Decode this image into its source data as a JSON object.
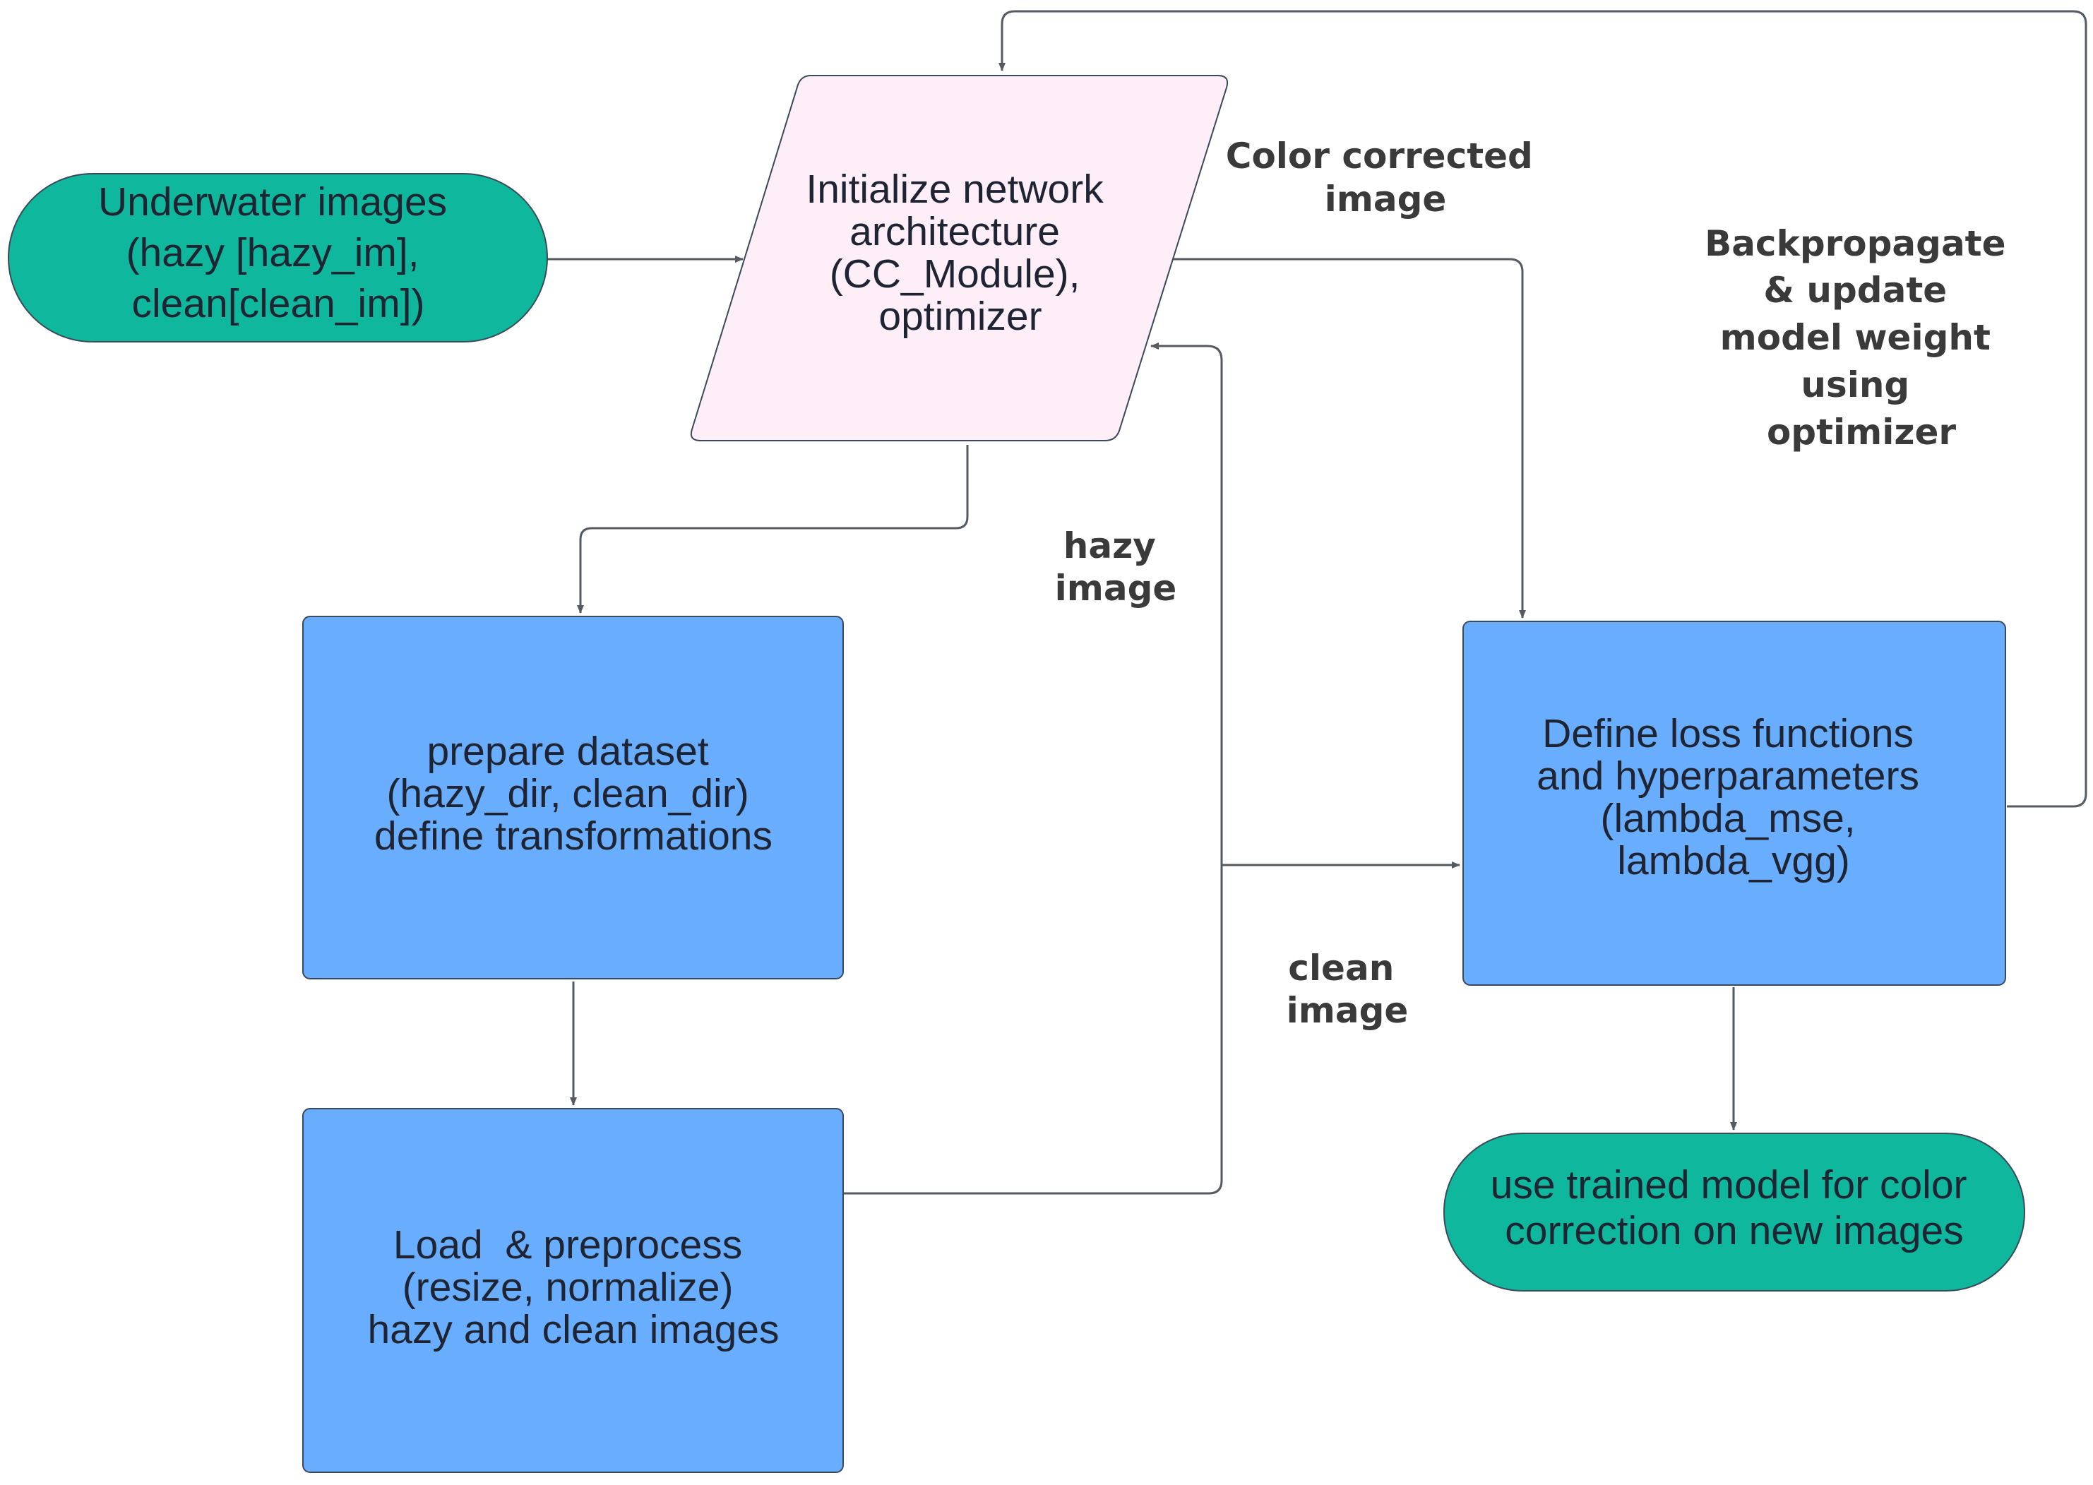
{
  "nodes": {
    "underwater_images": {
      "shape": "terminator",
      "fill": "#0fb89c",
      "lines": [
        "Underwater images",
        "(hazy [hazy_im],",
        "clean[clean_im])"
      ]
    },
    "init_network": {
      "shape": "parallelogram",
      "fill": "#fdeef8",
      "lines": [
        "Initialize network",
        "architecture",
        "(CC_Module),",
        "optimizer"
      ]
    },
    "prepare_dataset": {
      "shape": "process",
      "fill": "#69adff",
      "lines": [
        "prepare dataset",
        "(hazy_dir, clean_dir)",
        "define transformations"
      ]
    },
    "load_preprocess": {
      "shape": "process",
      "fill": "#69adff",
      "lines": [
        "Load  & preprocess",
        "(resize, normalize)",
        "hazy and clean images"
      ]
    },
    "define_loss": {
      "shape": "process",
      "fill": "#69adff",
      "lines": [
        "Define loss functions",
        "and hyperparameters",
        "(lambda_mse,",
        "lambda_vgg)"
      ]
    },
    "use_model": {
      "shape": "terminator",
      "fill": "#0fb89c",
      "lines": [
        "use trained model for color",
        "correction on new images"
      ]
    }
  },
  "edge_labels": {
    "color_corrected": [
      "Color corrected",
      "image"
    ],
    "backpropagate": [
      "Backpropagate",
      "& update",
      "model weight",
      "using",
      "optimizer"
    ],
    "hazy": [
      "hazy",
      "image"
    ],
    "clean": [
      "clean",
      "image"
    ]
  },
  "colors": {
    "edge": "#555a60",
    "node_stroke": "#3b4a5a",
    "node_text": "#1f2433",
    "label_text": "#3a3a3a"
  }
}
